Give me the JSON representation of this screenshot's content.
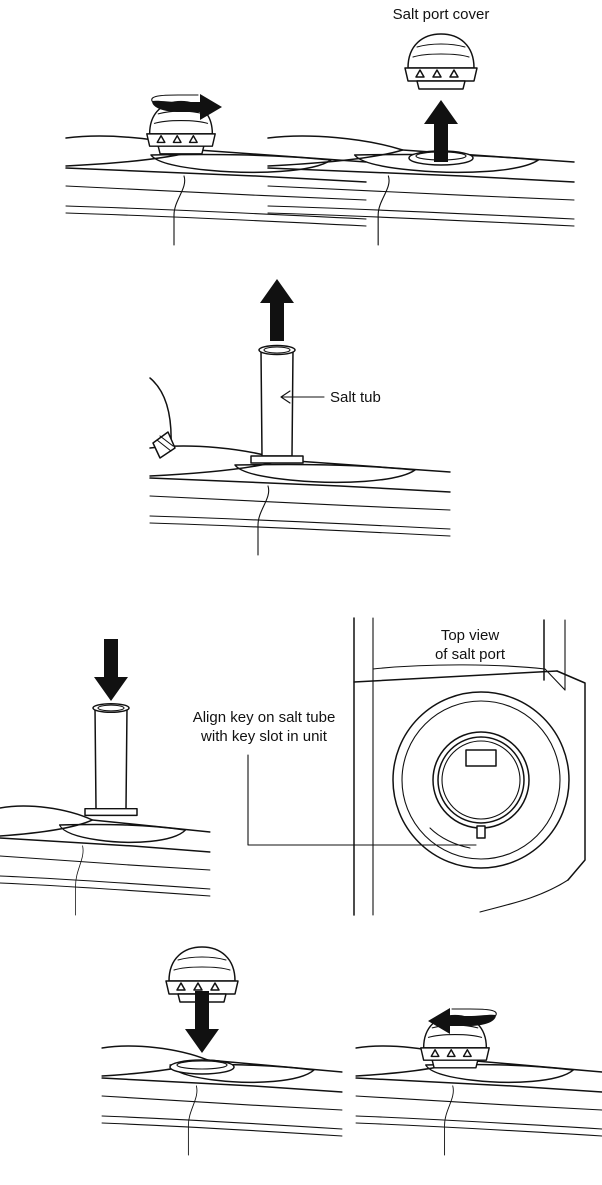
{
  "labels": {
    "salt_port_cover": "Salt port cover",
    "salt_tub": "Salt tub",
    "top_view_line1": "Top view",
    "top_view_line2": "of salt port",
    "align_line1": "Align key on salt tube",
    "align_line2": "with key slot in unit"
  },
  "colors": {
    "line": "#111111",
    "background": "#ffffff"
  },
  "icons": [
    "arrow-up-icon",
    "arrow-down-icon",
    "rotate-arrow-icon",
    "salt-port-cover-icon"
  ]
}
